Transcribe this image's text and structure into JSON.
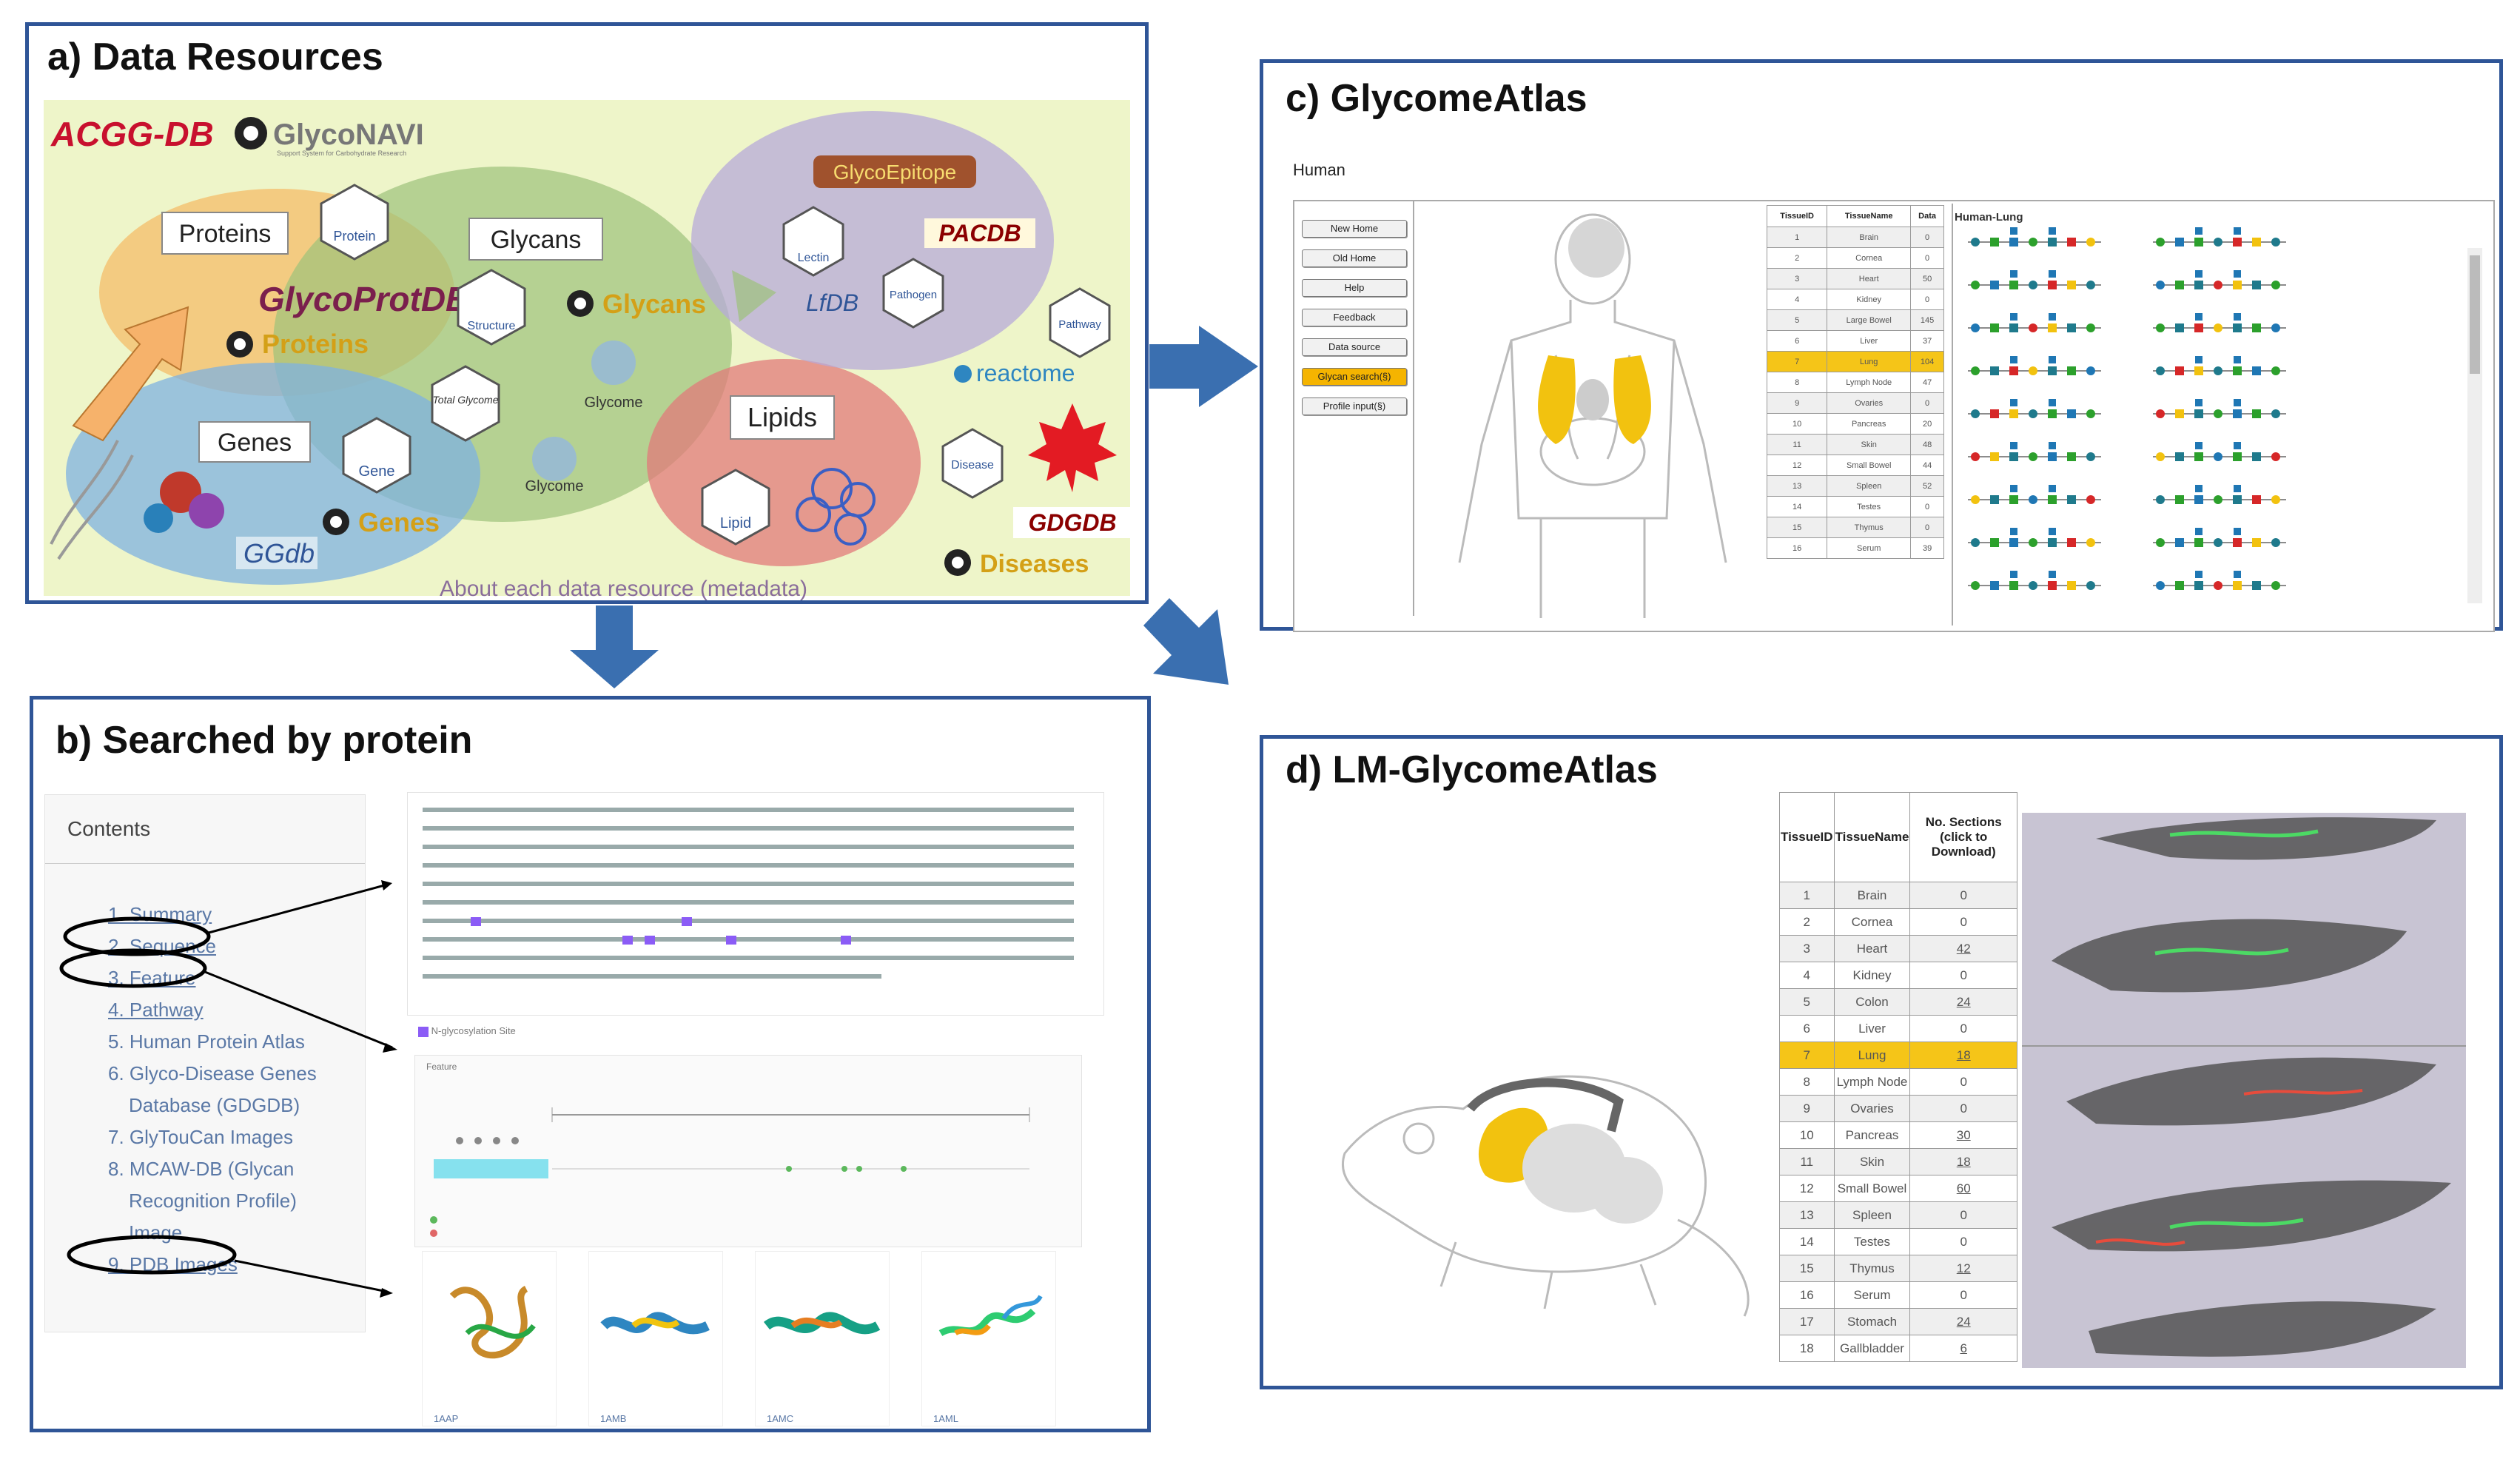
{
  "panel_a": {
    "title": "a) Data Resources",
    "logos": {
      "acgg": "ACGG-DB",
      "glyconavi": "GlycoNAVI",
      "glyconavi_sub": "Support System for Carbohydrate Research"
    },
    "clusters": {
      "proteins": "Proteins",
      "glycans": "Glycans",
      "genes": "Genes",
      "lipids": "Lipids"
    },
    "resources": {
      "glycoprotdb": "GlycoProtDB",
      "proteins_navi": "Proteins",
      "glycans_navi": "Glycans",
      "genes_navi": "Genes",
      "diseases_navi": "Diseases",
      "protein_icon": "Protein",
      "structure_icon": "Structure",
      "total_glycome": "Total Glycome",
      "glycome": "Glycome",
      "glycome2": "Glycome",
      "gene_icon": "Gene",
      "ggdb": "GGdb",
      "lipid_icon": "Lipid",
      "glycoepitope": "GlycoEpitope",
      "lectin": "Lectin",
      "pacdb": "PACDB",
      "lfdb": "LfDB",
      "pathogen": "Pathogen",
      "pathway": "Pathway",
      "reactome": "reactome",
      "disease_icon": "Disease",
      "gdgdb": "GDGDB"
    },
    "caption": "About each data resource (metadata)"
  },
  "panel_b": {
    "title": "b) Searched by protein",
    "contents_label": "Contents",
    "toc": [
      "1. Summary",
      "2. Sequence",
      "3. Feature",
      "4. Pathway",
      "5. Human Protein Atlas",
      "6. Glyco-Disease Genes",
      "Database (GDGDB)",
      "7. GlyTouCan Images",
      "8. MCAW-DB (Glycan",
      "Recognition Profile)",
      "Image",
      "9. PDB Images"
    ],
    "nglyco_label": "N-glycosylation Site",
    "feature_label": "Feature",
    "pdb_ids": [
      "1AAP",
      "1AMB",
      "1AMC",
      "1AML"
    ]
  },
  "panel_c": {
    "title": "c) GlycomeAtlas",
    "species": "Human",
    "buttons": [
      "New Home",
      "Old Home",
      "Help",
      "Feedback",
      "Data source",
      "Glycan search(§)",
      "Profile input(§)"
    ],
    "active_button_index": 5,
    "table_headers": [
      "TissueID",
      "TissueName",
      "Data"
    ],
    "rows": [
      [
        "1",
        "Brain",
        "0"
      ],
      [
        "2",
        "Cornea",
        "0"
      ],
      [
        "3",
        "Heart",
        "50"
      ],
      [
        "4",
        "Kidney",
        "0"
      ],
      [
        "5",
        "Large Bowel",
        "145"
      ],
      [
        "6",
        "Liver",
        "37"
      ],
      [
        "7",
        "Lung",
        "104"
      ],
      [
        "8",
        "Lymph Node",
        "47"
      ],
      [
        "9",
        "Ovaries",
        "0"
      ],
      [
        "10",
        "Pancreas",
        "20"
      ],
      [
        "11",
        "Skin",
        "48"
      ],
      [
        "12",
        "Small Bowel",
        "44"
      ],
      [
        "13",
        "Spleen",
        "52"
      ],
      [
        "14",
        "Testes",
        "0"
      ],
      [
        "15",
        "Thymus",
        "0"
      ],
      [
        "16",
        "Serum",
        "39"
      ]
    ],
    "highlight_row": 6,
    "glycan_panel_title": "Human-Lung"
  },
  "panel_d": {
    "title": "d) LM-GlycomeAtlas",
    "table_headers": [
      "TissueID",
      "TissueName",
      "No. Sections (click to Download)"
    ],
    "rows": [
      [
        "1",
        "Brain",
        "0"
      ],
      [
        "2",
        "Cornea",
        "0"
      ],
      [
        "3",
        "Heart",
        "42"
      ],
      [
        "4",
        "Kidney",
        "0"
      ],
      [
        "5",
        "Colon",
        "24"
      ],
      [
        "6",
        "Liver",
        "0"
      ],
      [
        "7",
        "Lung",
        "18"
      ],
      [
        "8",
        "Lymph Node",
        "0"
      ],
      [
        "9",
        "Ovaries",
        "0"
      ],
      [
        "10",
        "Pancreas",
        "30"
      ],
      [
        "11",
        "Skin",
        "18"
      ],
      [
        "12",
        "Small Bowel",
        "60"
      ],
      [
        "13",
        "Spleen",
        "0"
      ],
      [
        "14",
        "Testes",
        "0"
      ],
      [
        "15",
        "Thymus",
        "12"
      ],
      [
        "16",
        "Serum",
        "0"
      ],
      [
        "17",
        "Stomach",
        "24"
      ],
      [
        "18",
        "Gallbladder",
        "6"
      ]
    ],
    "highlight_row": 6
  },
  "colors": {
    "border": "#2f5597",
    "arrow": "#3a6fb0",
    "highlight": "#f5c518",
    "link": "#1a56c4"
  }
}
